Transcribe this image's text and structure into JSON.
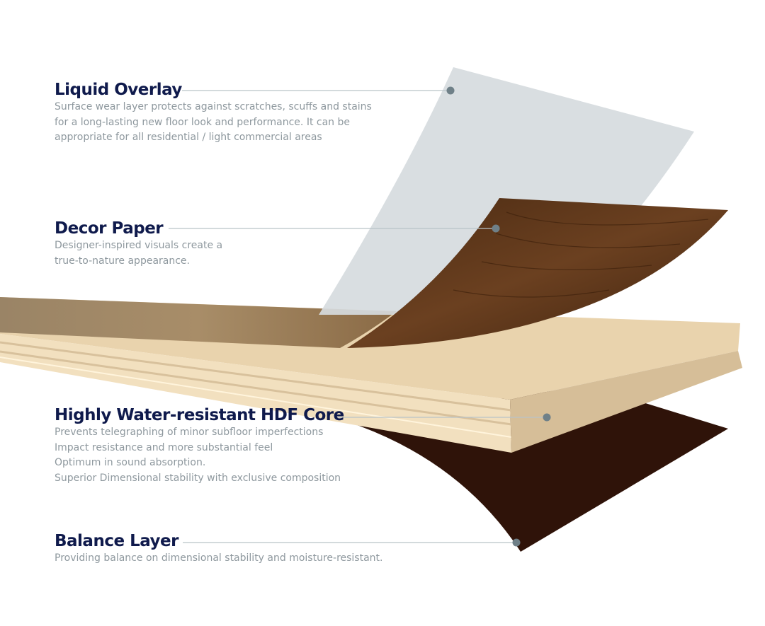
{
  "layers": [
    {
      "title": "Liquid Overlay",
      "lines": [
        "Surface wear layer protects against scratches, scuffs and stains",
        "for a long-lasting new floor look and performance. It can be",
        "appropriate for all residential / light commercial areas"
      ]
    },
    {
      "title": "Decor Paper",
      "lines": [
        "Designer-inspired visuals create a",
        "true-to-nature appearance."
      ]
    },
    {
      "title": "Highly Water-resistant HDF Core",
      "lines": [
        "Prevents telegraphing of minor subfloor imperfections",
        "Impact resistance and more substantial feel",
        "Optimum in sound absorption.",
        "Superior Dimensional stability with exclusive composition"
      ]
    },
    {
      "title": "Balance Layer",
      "lines": [
        "Providing balance on dimensional stability and moisture-resistant."
      ]
    }
  ],
  "colors": {
    "title": "#0f1a4c",
    "text": "#8e989e",
    "leader": "#b9c3c8",
    "dot": "#6f8088",
    "overlay": "#d6dbde",
    "decor": "#5b3519",
    "core": "#ecd7b2",
    "balance": "#2f1309"
  }
}
